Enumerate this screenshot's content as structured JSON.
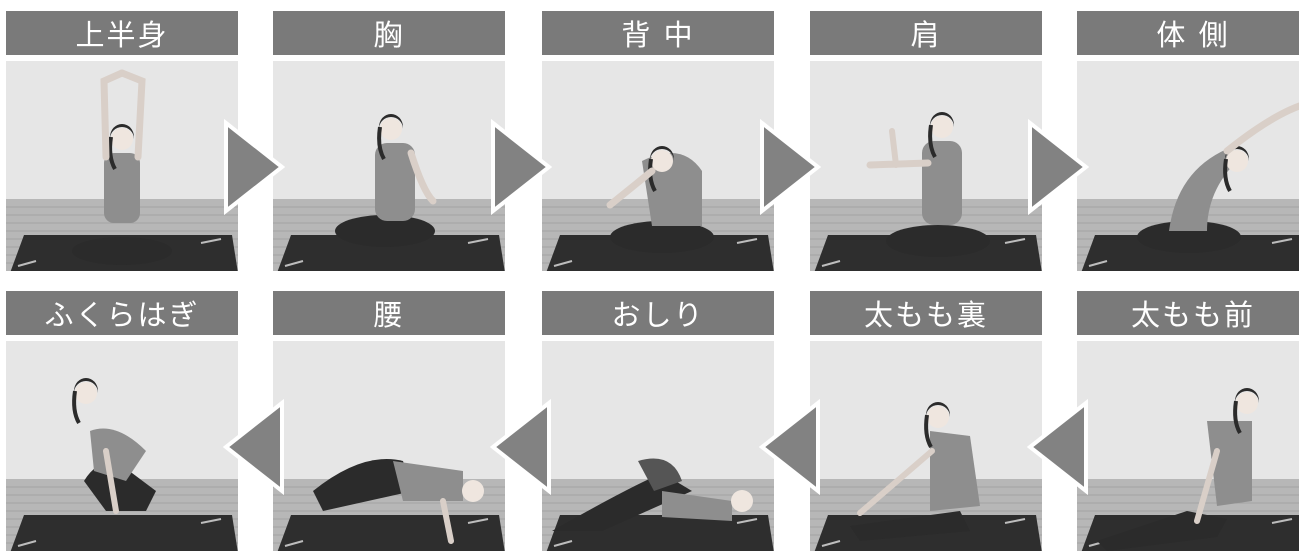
{
  "rows": [
    {
      "direction": "right",
      "panels": [
        {
          "label": "上半身",
          "pose": "arms-overhead"
        },
        {
          "label": "胸",
          "pose": "hands-behind-back"
        },
        {
          "label": "背 中",
          "pose": "round-back-reach"
        },
        {
          "label": "肩",
          "pose": "arm-across-chest"
        },
        {
          "label": "体 側",
          "pose": "side-bend"
        }
      ]
    },
    {
      "direction": "left",
      "panels": [
        {
          "label": "ふくらはぎ",
          "pose": "squat-heel"
        },
        {
          "label": "腰",
          "pose": "lying-twist"
        },
        {
          "label": "おしり",
          "pose": "lying-knee-hug"
        },
        {
          "label": "太もも裏",
          "pose": "seated-toe-reach"
        },
        {
          "label": "太もも前",
          "pose": "seated-lean-back"
        }
      ]
    }
  ],
  "colors": {
    "label_bg": "#7a7a7a",
    "arrow_fill": "#828282",
    "wall": "#e6e6e6",
    "floor": "#b7b7b7",
    "mat": "#2e2e2e",
    "figure": "#2b2b2b",
    "shirt": "#8e8e8e"
  }
}
